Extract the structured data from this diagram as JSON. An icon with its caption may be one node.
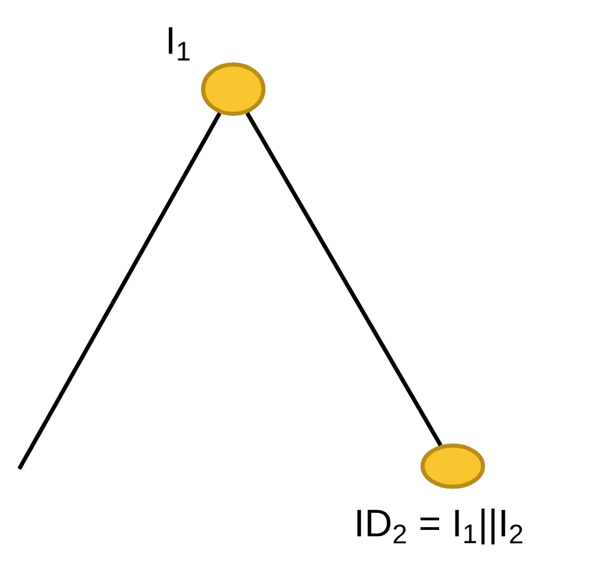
{
  "diagram": {
    "nodes": [
      {
        "text": [],
        "shape": "circle",
        "beside": [
          "I$_{1}$"
        ]
      },
      {
        "text": [],
        "shape": "circle",
        "beside": [
          "ID$_{2}$ = I$_{1}$||I$_{2}$"
        ]
      }
    ],
    "edges": [
      {
        "from": 0,
        "to": null,
        "arrow": "none"
      },
      {
        "from": 0,
        "to": 1,
        "arrow": "none"
      }
    ]
  }
}
